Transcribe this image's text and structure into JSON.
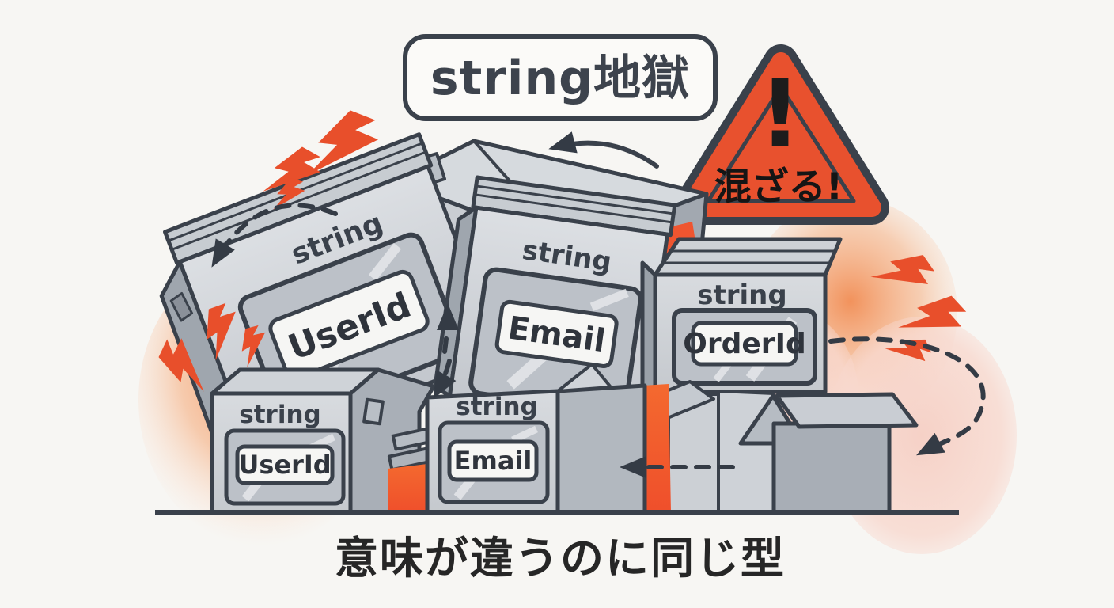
{
  "title": {
    "text": "string地獄"
  },
  "warning_sign": {
    "exclamation": "!",
    "label": "混ざる!"
  },
  "caption": {
    "text": "意味が違うのに同じ型"
  },
  "boxes": {
    "tilted_userid": {
      "type_label": "string",
      "tag": "UserId"
    },
    "tilted_email": {
      "type_label": "string",
      "tag": "Email"
    },
    "orderid": {
      "type_label": "string",
      "tag": "OrderId"
    },
    "bottom_userid": {
      "type_label": "string",
      "tag": "UserId"
    },
    "bottom_email": {
      "type_label": "string",
      "tag": "Email"
    }
  },
  "icons": {
    "warning": "exclamation-triangle",
    "conflict": "lightning-bolt",
    "mixing_flow": "dashed-arrow"
  },
  "colors": {
    "background": "#f7f6f3",
    "outline": "#3a414b",
    "accent_red": "#e8512e",
    "hot_red": "#f0572f",
    "glow_orange": "#f08a4e",
    "pink_blob": "#f6cfc4",
    "box_gray": "#ccd1d6",
    "plate_white": "#f6f6f4",
    "text_dark": "#2f343c"
  }
}
